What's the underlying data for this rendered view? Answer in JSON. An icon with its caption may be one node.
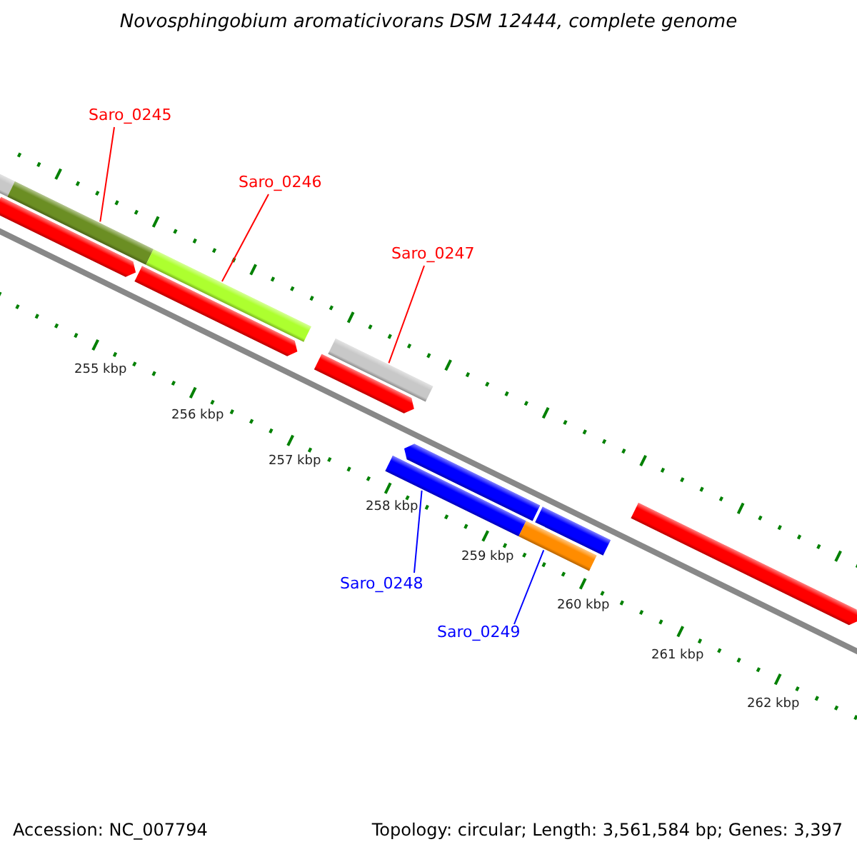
{
  "diagram": {
    "title": "Novosphingobium aromaticivorans DSM 12444, complete genome",
    "nodes": [
      {
        "text": [
          "Saro_0245"
        ]
      },
      {
        "text": [],
        "shape": "bar"
      },
      {
        "text": [
          "Saro_0246"
        ]
      },
      {
        "text": [],
        "shape": "bar"
      },
      {
        "text": [
          "Saro_0247"
        ]
      },
      {
        "text": [],
        "shape": "bar"
      },
      {
        "text": [
          "Saro_0248"
        ]
      },
      {
        "text": [],
        "shape": "bar"
      },
      {
        "text": [
          "Saro_0249"
        ]
      },
      {
        "text": [],
        "shape": "bar"
      }
    ],
    "edges": [
      {
        "from": 0,
        "to": 1,
        "arrow": "none",
        "color": "#ff0000"
      },
      {
        "from": 2,
        "to": 3,
        "arrow": "none",
        "color": "#ff0000"
      },
      {
        "from": 4,
        "to": 5,
        "arrow": "none",
        "color": "#ff0000"
      },
      {
        "from": 6,
        "to": 7,
        "arrow": "none",
        "color": "#0000ff"
      },
      {
        "from": 8,
        "to": 9,
        "arrow": "none",
        "color": "#0000ff"
      }
    ],
    "labels": [
      "255 kbp",
      "256 kbp",
      "257 kbp",
      "258 kbp",
      "259 kbp",
      "260 kbp",
      "261 kbp",
      "262 kbp",
      "Accession: NC_007794",
      "Topology: circular; Length: 3,561,584 bp; Genes: 3,397"
    ]
  }
}
